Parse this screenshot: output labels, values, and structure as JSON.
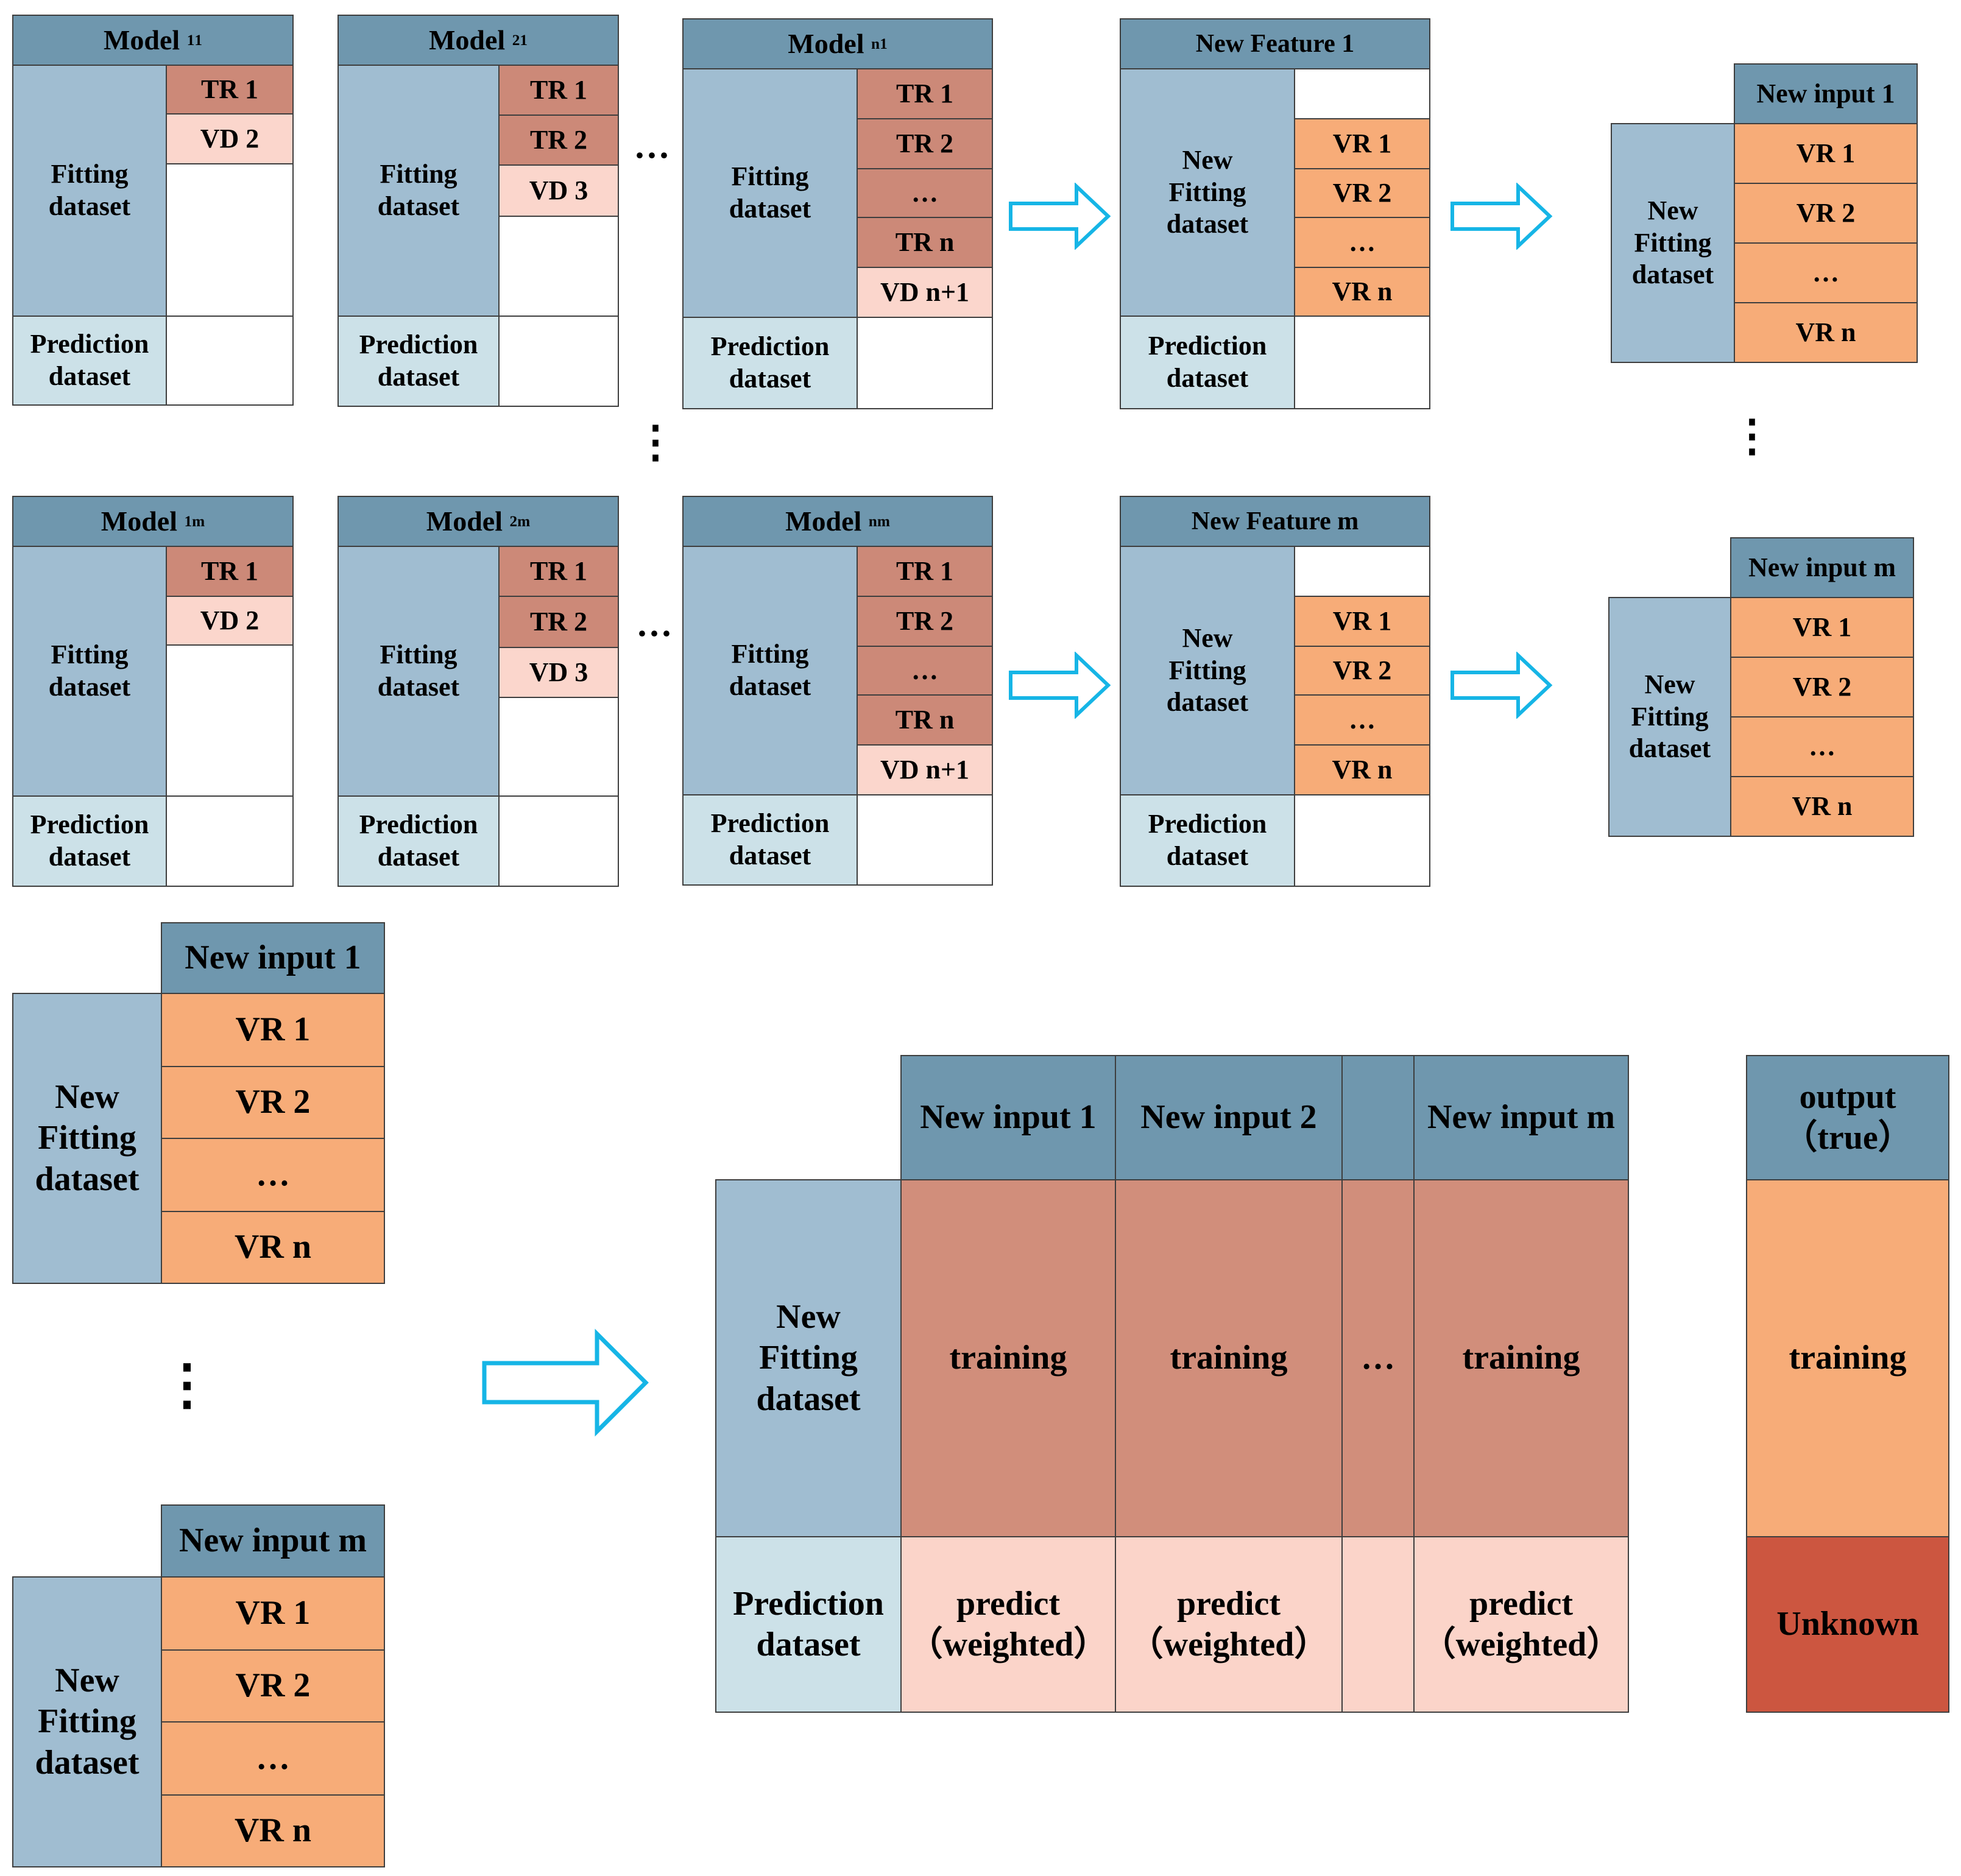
{
  "labels": {
    "fitting": "Fitting\ndataset",
    "prediction": "Prediction\ndataset",
    "new_fitting": "New\nFitting\ndataset",
    "model": "Model",
    "ellipsis_mid": "…",
    "ellipsis_h": "···",
    "ellipsis_v": "⋮"
  },
  "model_rows": [
    {
      "models": [
        {
          "sup": "1",
          "sub": "1",
          "cells": [
            "TR 1",
            "VD 2"
          ]
        },
        {
          "sup": "2",
          "sub": "1",
          "cells": [
            "TR 1",
            "TR 2",
            "VD 3"
          ]
        },
        {
          "sup": "n",
          "sub": "1",
          "cells": [
            "TR 1",
            "TR 2",
            "…",
            "TR n",
            "VD n+1"
          ]
        }
      ],
      "feature": {
        "title": "New Feature 1",
        "cells": [
          "VR 1",
          "VR 2",
          "…",
          "VR n"
        ]
      },
      "new_input": {
        "title": "New input 1",
        "cells": [
          "VR 1",
          "VR 2",
          "…",
          "VR n"
        ]
      }
    },
    {
      "models": [
        {
          "sup": "1",
          "sub": "m",
          "cells": [
            "TR 1",
            "VD 2"
          ]
        },
        {
          "sup": "2",
          "sub": "m",
          "cells": [
            "TR 1",
            "TR 2",
            "VD 3"
          ]
        },
        {
          "sup": "n",
          "sub": "m",
          "cells": [
            "TR 1",
            "TR 2",
            "…",
            "TR n",
            "VD n+1"
          ]
        }
      ],
      "feature": {
        "title": "New Feature m",
        "cells": [
          "VR 1",
          "VR 2",
          "…",
          "VR n"
        ]
      },
      "new_input": {
        "title": "New input m",
        "cells": [
          "VR 1",
          "VR 2",
          "…",
          "VR n"
        ]
      }
    }
  ],
  "bottom_inputs": [
    {
      "title": "New input 1",
      "cells": [
        "VR 1",
        "VR 2",
        "…",
        "VR n"
      ]
    },
    {
      "title": "New input m",
      "cells": [
        "VR 1",
        "VR 2",
        "…",
        "VR n"
      ]
    }
  ],
  "final_table": {
    "columns": [
      "New input 1",
      "New input 2",
      "",
      "New input m"
    ],
    "training": [
      "training",
      "training",
      "…",
      "training"
    ],
    "predict": [
      "predict\n（weighted）",
      "predict\n（weighted）",
      "",
      "predict\n（weighted）"
    ]
  },
  "output": {
    "title": "output\n（true）",
    "training": "training",
    "unknown": "Unknown"
  },
  "colors": {
    "header": "#6f97ae",
    "fitting": "#a0bdd1",
    "prediction": "#cce1e8",
    "tr": "#cc8978",
    "vd": "#fbd6cc",
    "vr": "#f7ac78",
    "training": "#d18e7b",
    "predict": "#fbd4c9",
    "unknown": "#cc5640",
    "arrow": "#16b5e6"
  }
}
